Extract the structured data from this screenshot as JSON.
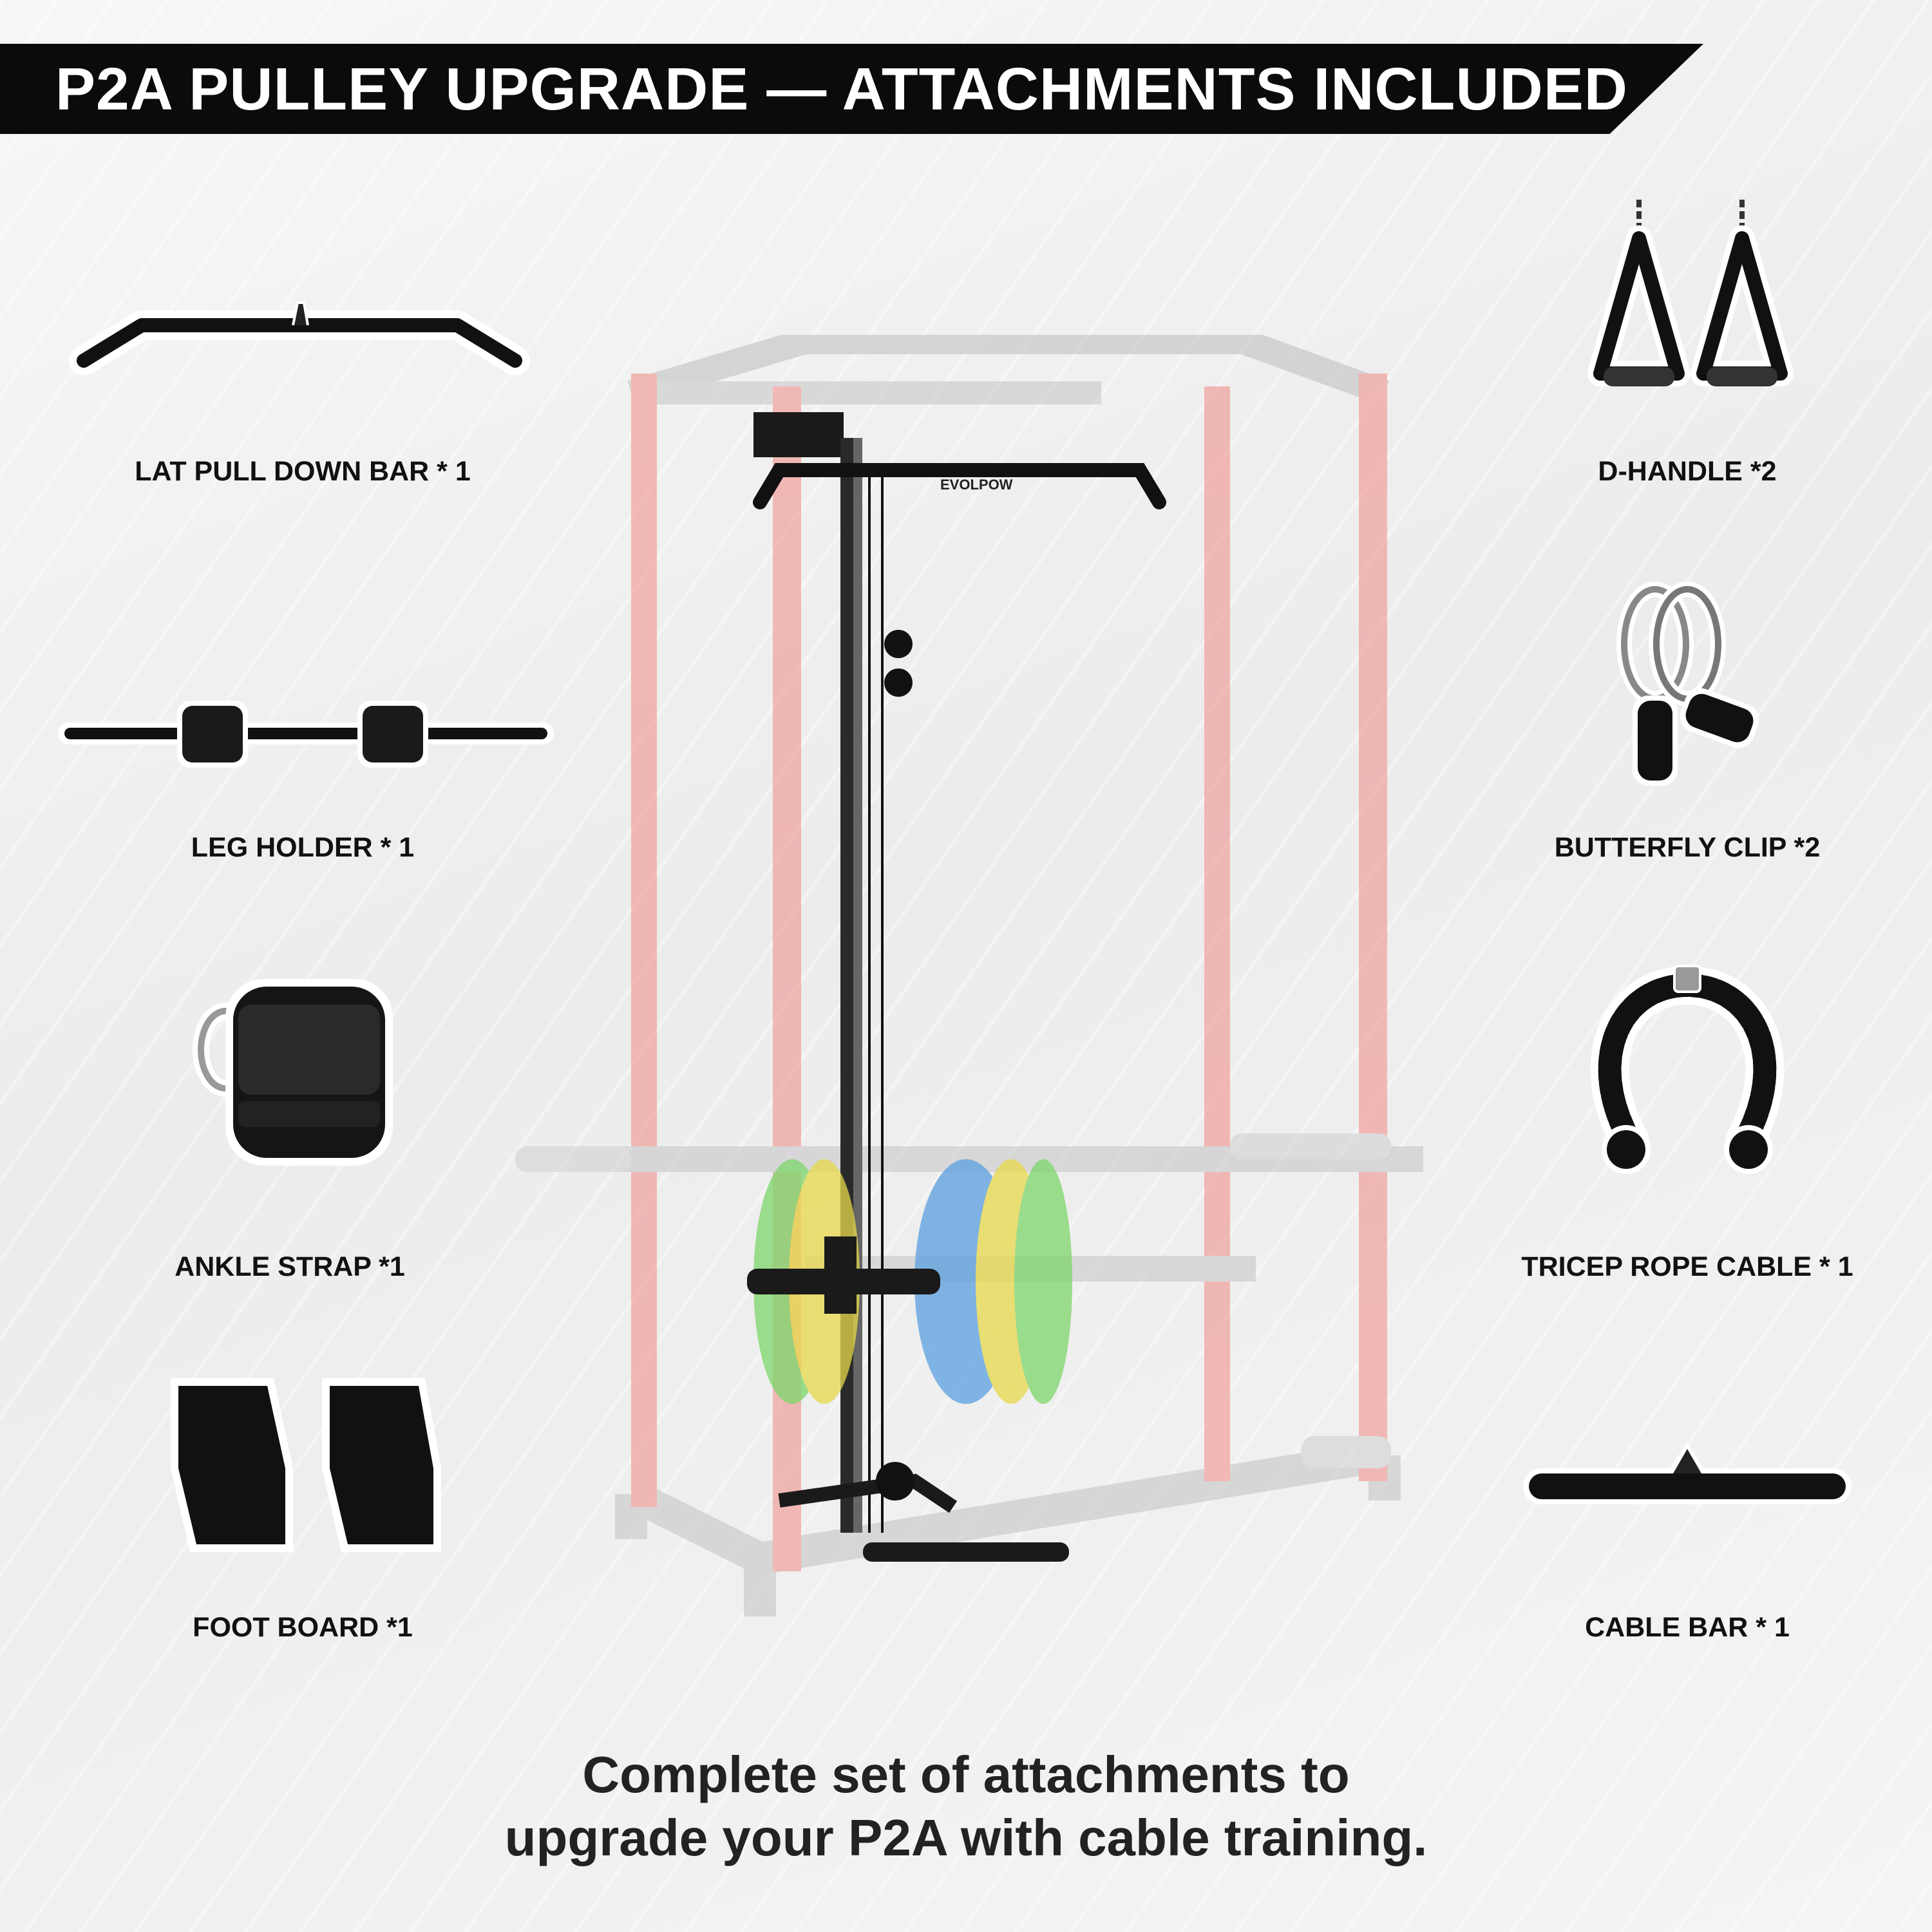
{
  "banner": {
    "title": "P2A PULLEY UPGRADE — ATTACHMENTS INCLUDED"
  },
  "left_items": [
    {
      "name": "LAT PULL DOWN BAR * 1",
      "icon": "lat-pull-down-bar-icon"
    },
    {
      "name": "LEG HOLDER * 1",
      "icon": "leg-holder-icon"
    },
    {
      "name": "ANKLE STRAP *1",
      "icon": "ankle-strap-icon"
    },
    {
      "name": "FOOT BOARD *1",
      "icon": "foot-board-icon"
    }
  ],
  "right_items": [
    {
      "name": "D-HANDLE *2",
      "icon": "d-handle-icon"
    },
    {
      "name": "BUTTERFLY CLIP *2",
      "icon": "butterfly-clip-icon"
    },
    {
      "name": "TRICEP ROPE CABLE * 1",
      "icon": "tricep-rope-icon"
    },
    {
      "name": "CABLE BAR * 1",
      "icon": "cable-bar-icon"
    }
  ],
  "rack": {
    "brand": "EVOLPOW",
    "frame_color": "#f08a85",
    "icon": "power-rack-icon"
  },
  "caption": {
    "line1": "Complete set of attachments to",
    "line2": "upgrade your P2A with cable training."
  },
  "colors": {
    "banner_bg": "#0b0b0b",
    "banner_text": "#ffffff",
    "label_text": "#111111",
    "accent_rack": "#f08a85"
  }
}
